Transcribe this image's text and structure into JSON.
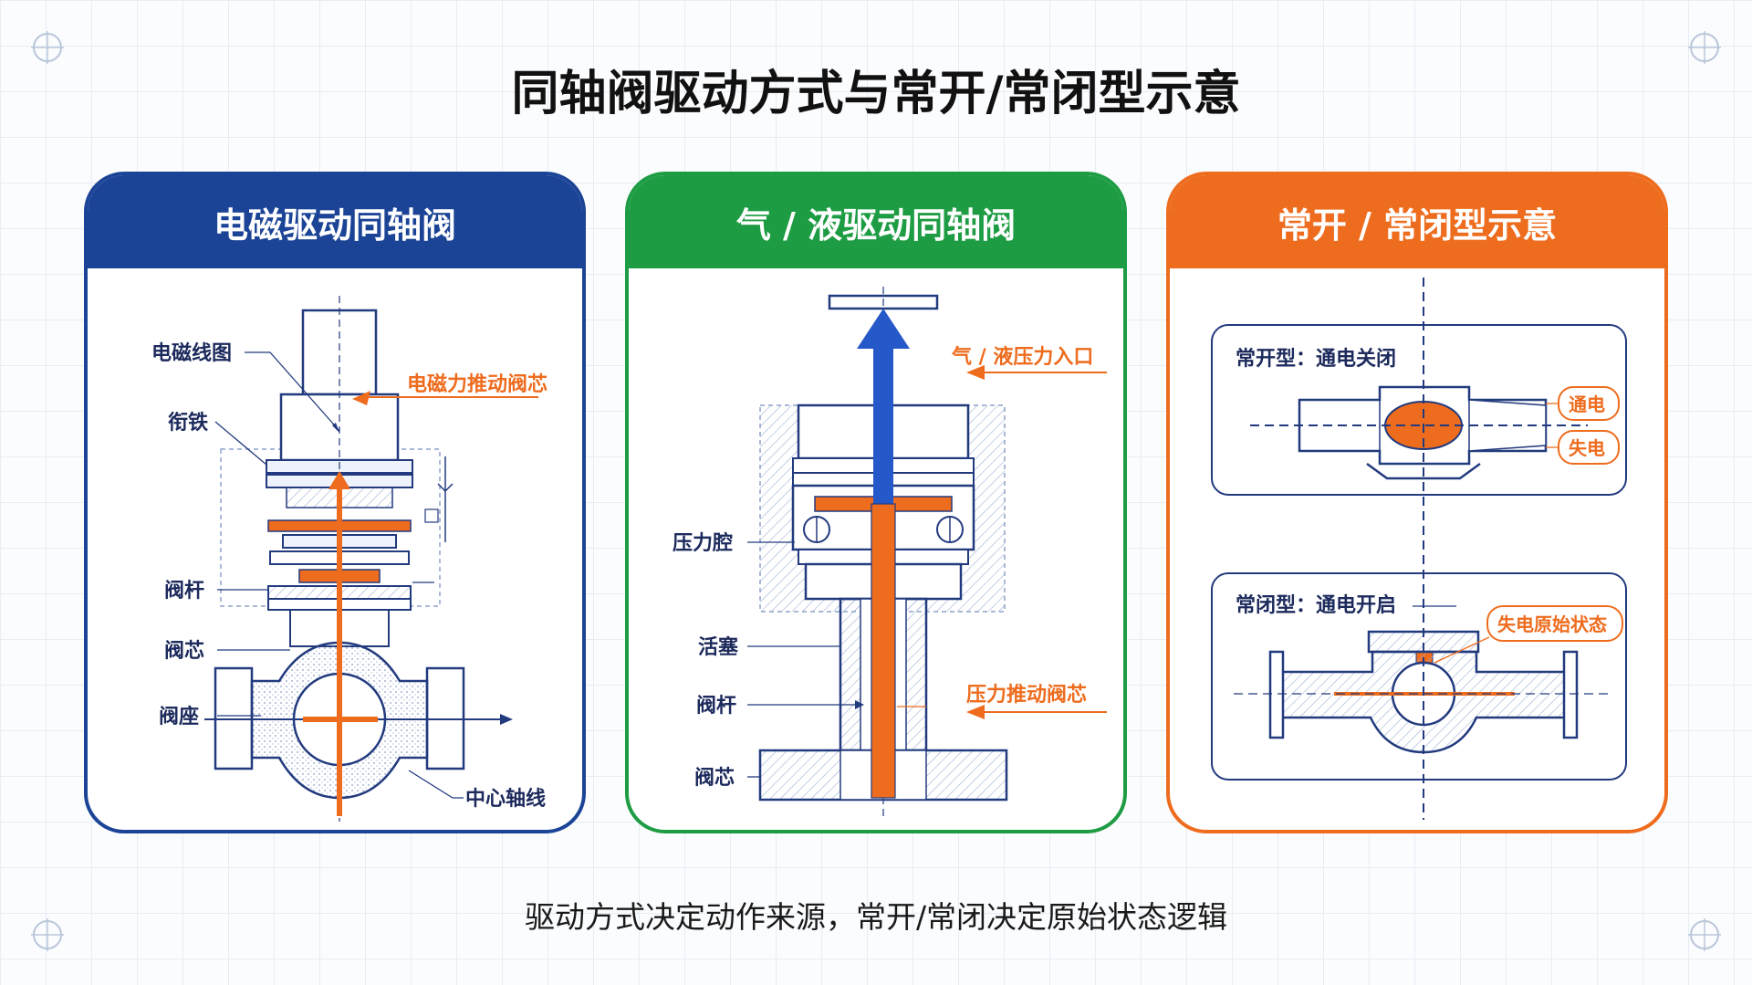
{
  "title": "同轴阀驱动方式与常开/常闭型示意",
  "caption": "驱动方式决定动作来源，常开/常闭决定原始状态逻辑",
  "colors": {
    "blue": "#1c4496",
    "green": "#1e9c44",
    "orange": "#ee6c1e",
    "arrow_blue": "#2558c8",
    "line": "#223a7e"
  },
  "panels": [
    {
      "header": "电磁驱动同轴阀",
      "labels": {
        "coil": "电磁线图",
        "armature": "衔铁",
        "stem": "阀杆",
        "core": "阀芯",
        "seat": "阀座",
        "axis": "中心轴线",
        "force": "电磁力推动阀芯"
      }
    },
    {
      "header": "气 / 液驱动同轴阀",
      "labels": {
        "inlet": "气 / 液压力入口",
        "chamber": "压力腔",
        "piston": "活塞",
        "stem": "阀杆",
        "core": "阀芯",
        "force": "压力推动阀芯"
      }
    },
    {
      "header": "常开 / 常闭型示意",
      "no_box": {
        "title": "常开型：通电关闭",
        "tag_energized": "通电",
        "tag_deenergized": "失电"
      },
      "nc_box": {
        "title": "常闭型：通电开启",
        "tag_original": "失电原始状态"
      }
    }
  ]
}
